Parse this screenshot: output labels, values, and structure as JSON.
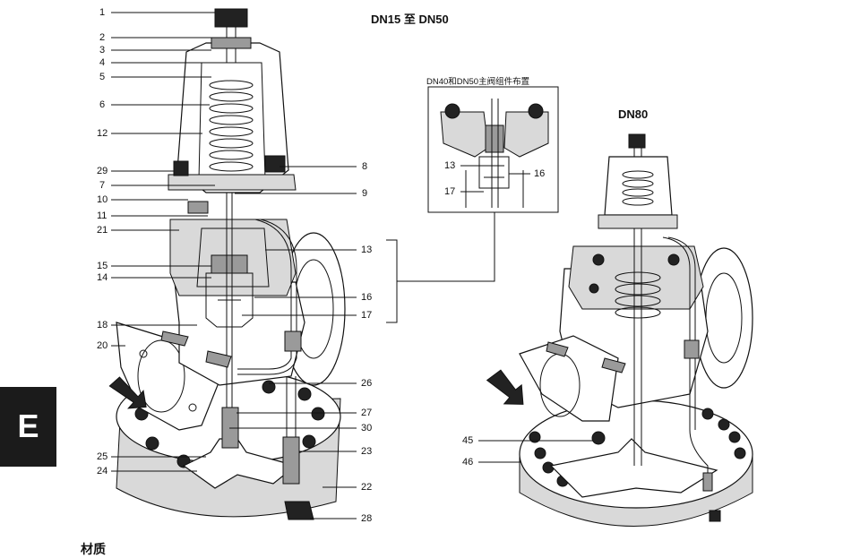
{
  "titles": {
    "small": "DN15 至 DN50",
    "large": "DN80",
    "inset": "DN40和DN50主阀组件布置"
  },
  "section_tab": "E",
  "footer_text": "材质",
  "left_callouts_left": [
    {
      "id": "c1",
      "text": "1"
    },
    {
      "id": "c2",
      "text": "2"
    },
    {
      "id": "c3",
      "text": "3"
    },
    {
      "id": "c4",
      "text": "4"
    },
    {
      "id": "c5",
      "text": "5"
    },
    {
      "id": "c6",
      "text": "6"
    },
    {
      "id": "c12",
      "text": "12"
    },
    {
      "id": "c29",
      "text": "29"
    },
    {
      "id": "c7",
      "text": "7"
    },
    {
      "id": "c10",
      "text": "10"
    },
    {
      "id": "c11",
      "text": "11"
    },
    {
      "id": "c21",
      "text": "21"
    },
    {
      "id": "c15",
      "text": "15"
    },
    {
      "id": "c14",
      "text": "14"
    },
    {
      "id": "c18",
      "text": "18"
    },
    {
      "id": "c20",
      "text": "20"
    },
    {
      "id": "c25",
      "text": "25"
    },
    {
      "id": "c24",
      "text": "24"
    }
  ],
  "left_callouts_right": [
    {
      "id": "c8",
      "text": "8"
    },
    {
      "id": "c9",
      "text": "9"
    },
    {
      "id": "c13",
      "text": "13"
    },
    {
      "id": "c16",
      "text": "16"
    },
    {
      "id": "c17",
      "text": "17"
    },
    {
      "id": "c26",
      "text": "26"
    },
    {
      "id": "c27",
      "text": "27"
    },
    {
      "id": "c30",
      "text": "30"
    },
    {
      "id": "c23",
      "text": "23"
    },
    {
      "id": "c22",
      "text": "22"
    },
    {
      "id": "c28",
      "text": "28"
    }
  ],
  "inset_callouts": [
    {
      "id": "i13",
      "text": "13"
    },
    {
      "id": "i16",
      "text": "16"
    },
    {
      "id": "i17",
      "text": "17"
    }
  ],
  "dn80_callouts": [
    {
      "id": "c45",
      "text": "45"
    },
    {
      "id": "c46",
      "text": "46"
    }
  ]
}
